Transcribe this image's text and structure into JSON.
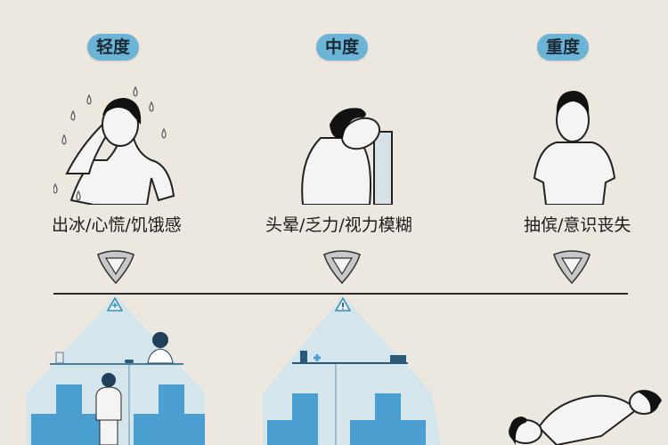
{
  "stages": [
    {
      "label": "轻度",
      "symptoms": "出冰/心慌/饥饿感",
      "scene": "clinic-reception-standing-patient"
    },
    {
      "label": "中度",
      "symptoms": "头晕/乏力/视力模糊",
      "scene": "clinic-doors"
    },
    {
      "label": "重度",
      "symptoms": "抽傧/意识丧失",
      "scene": "person-lying-on-floor"
    }
  ],
  "colors": {
    "background": "#ece8e0",
    "pill": "#6cb4d6",
    "cross": "#4a9fd0",
    "beam": "#cfe4ef",
    "line": "#2a2a2a"
  }
}
